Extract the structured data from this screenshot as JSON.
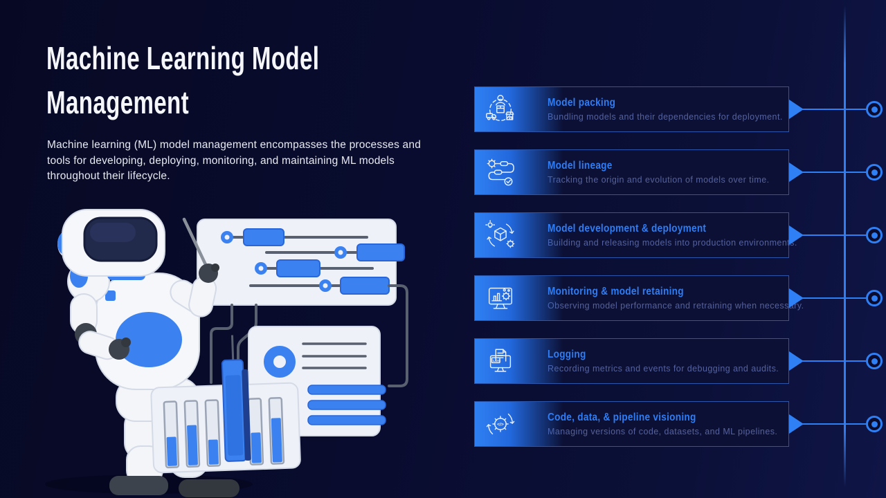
{
  "header": {
    "title": "Machine Learning Model Management",
    "intro": "Machine learning (ML) model management encompasses the processes and tools for developing, deploying, monitoring, and maintaining ML models throughout their lifecycle."
  },
  "illustration": {
    "alt": "robot presenting charts"
  },
  "list": {
    "items": [
      {
        "icon": "package-distribution-icon",
        "title": "Model packing",
        "desc": "Bundling models and their dependencies for deployment."
      },
      {
        "icon": "model-lineage-icon",
        "title": "Model lineage",
        "desc": "Tracking the origin and evolution of models over time."
      },
      {
        "icon": "deploy-cube-icon",
        "title": "Model development & deployment",
        "desc": "Building and releasing models into production environments."
      },
      {
        "icon": "monitor-chart-icon",
        "title": "Monitoring & model retaining",
        "desc": "Observing model performance and retraining when necessary."
      },
      {
        "icon": "log-document-icon",
        "title": "Logging",
        "desc": "Recording metrics and events for debugging and audits."
      },
      {
        "icon": "versioning-gear-icon",
        "title": "Code, data, & pipeline visioning",
        "desc": "Managing versions of code, datasets, and ML pipelines."
      }
    ]
  },
  "colors": {
    "background": "#090c2e",
    "accent_blue": "#2f7ff5",
    "card_background": "#0b1034",
    "card_border": "#3e7aeb",
    "title_text": "#f4f6fa",
    "item_title": "#2f7df5",
    "item_desc": "#55629f"
  }
}
